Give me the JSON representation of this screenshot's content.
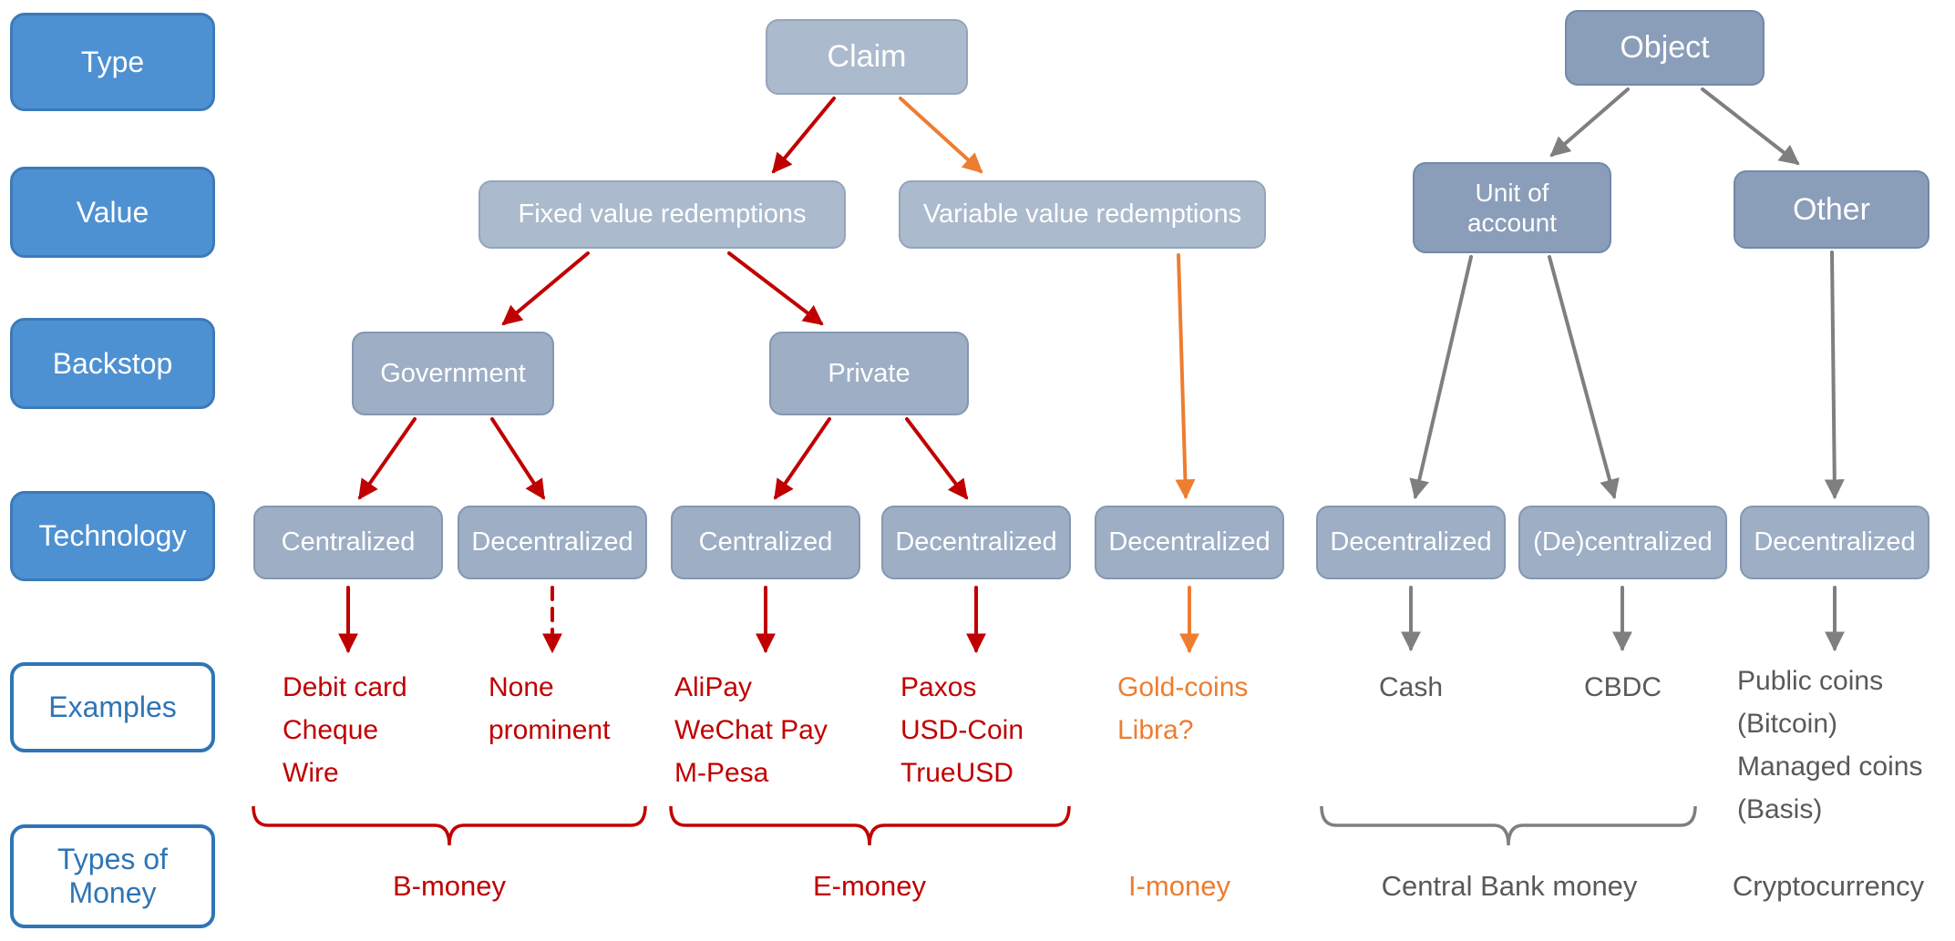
{
  "colors": {
    "red": "#C00000",
    "orange": "#ED7D31",
    "gray": "#7F7F7F",
    "text_gray": "#595959",
    "label_blue": "#4E91D2",
    "label_blue_border": "#3C7AB8",
    "outline_blue": "#2E75B6",
    "node_light": "#ACBACD",
    "node_medium": "#9DAEC5",
    "node_dark": "#8A9DB9"
  },
  "rows": {
    "type": "Type",
    "value": "Value",
    "backstop": "Backstop",
    "technology": "Technology",
    "examples": "Examples",
    "types_of_money": "Types of Money"
  },
  "claim_tree": {
    "root": "Claim",
    "fixed": "Fixed value redemptions",
    "variable": "Variable value redemptions",
    "government": "Government",
    "private": "Private",
    "gov_centralized": "Centralized",
    "gov_decentralized": "Decentralized",
    "priv_centralized": "Centralized",
    "priv_decentralized": "Decentralized",
    "var_decentralized": "Decentralized"
  },
  "object_tree": {
    "root": "Object",
    "unit_of_account": "Unit of account",
    "other": "Other",
    "uoa_decentralized": "Decentralized",
    "uoa_de_centralized": "(De)centralized",
    "other_decentralized": "Decentralized"
  },
  "examples": {
    "b_centralized": [
      "Debit card",
      "Cheque",
      "Wire"
    ],
    "b_decentralized": [
      "None",
      "prominent"
    ],
    "e_centralized": [
      "AliPay",
      "WeChat Pay",
      "M-Pesa"
    ],
    "e_decentralized": [
      "Paxos",
      "USD-Coin",
      "TrueUSD"
    ],
    "i_decentralized": [
      "Gold-coins",
      "Libra?"
    ],
    "cb_cash": "Cash",
    "cb_cbdc": "CBDC",
    "crypto": [
      "Public coins",
      "(Bitcoin)",
      "Managed coins",
      "(Basis)"
    ]
  },
  "money_types": {
    "b": "B-money",
    "e": "E-money",
    "i": "I-money",
    "central_bank": "Central Bank money",
    "crypto": "Cryptocurrency"
  }
}
